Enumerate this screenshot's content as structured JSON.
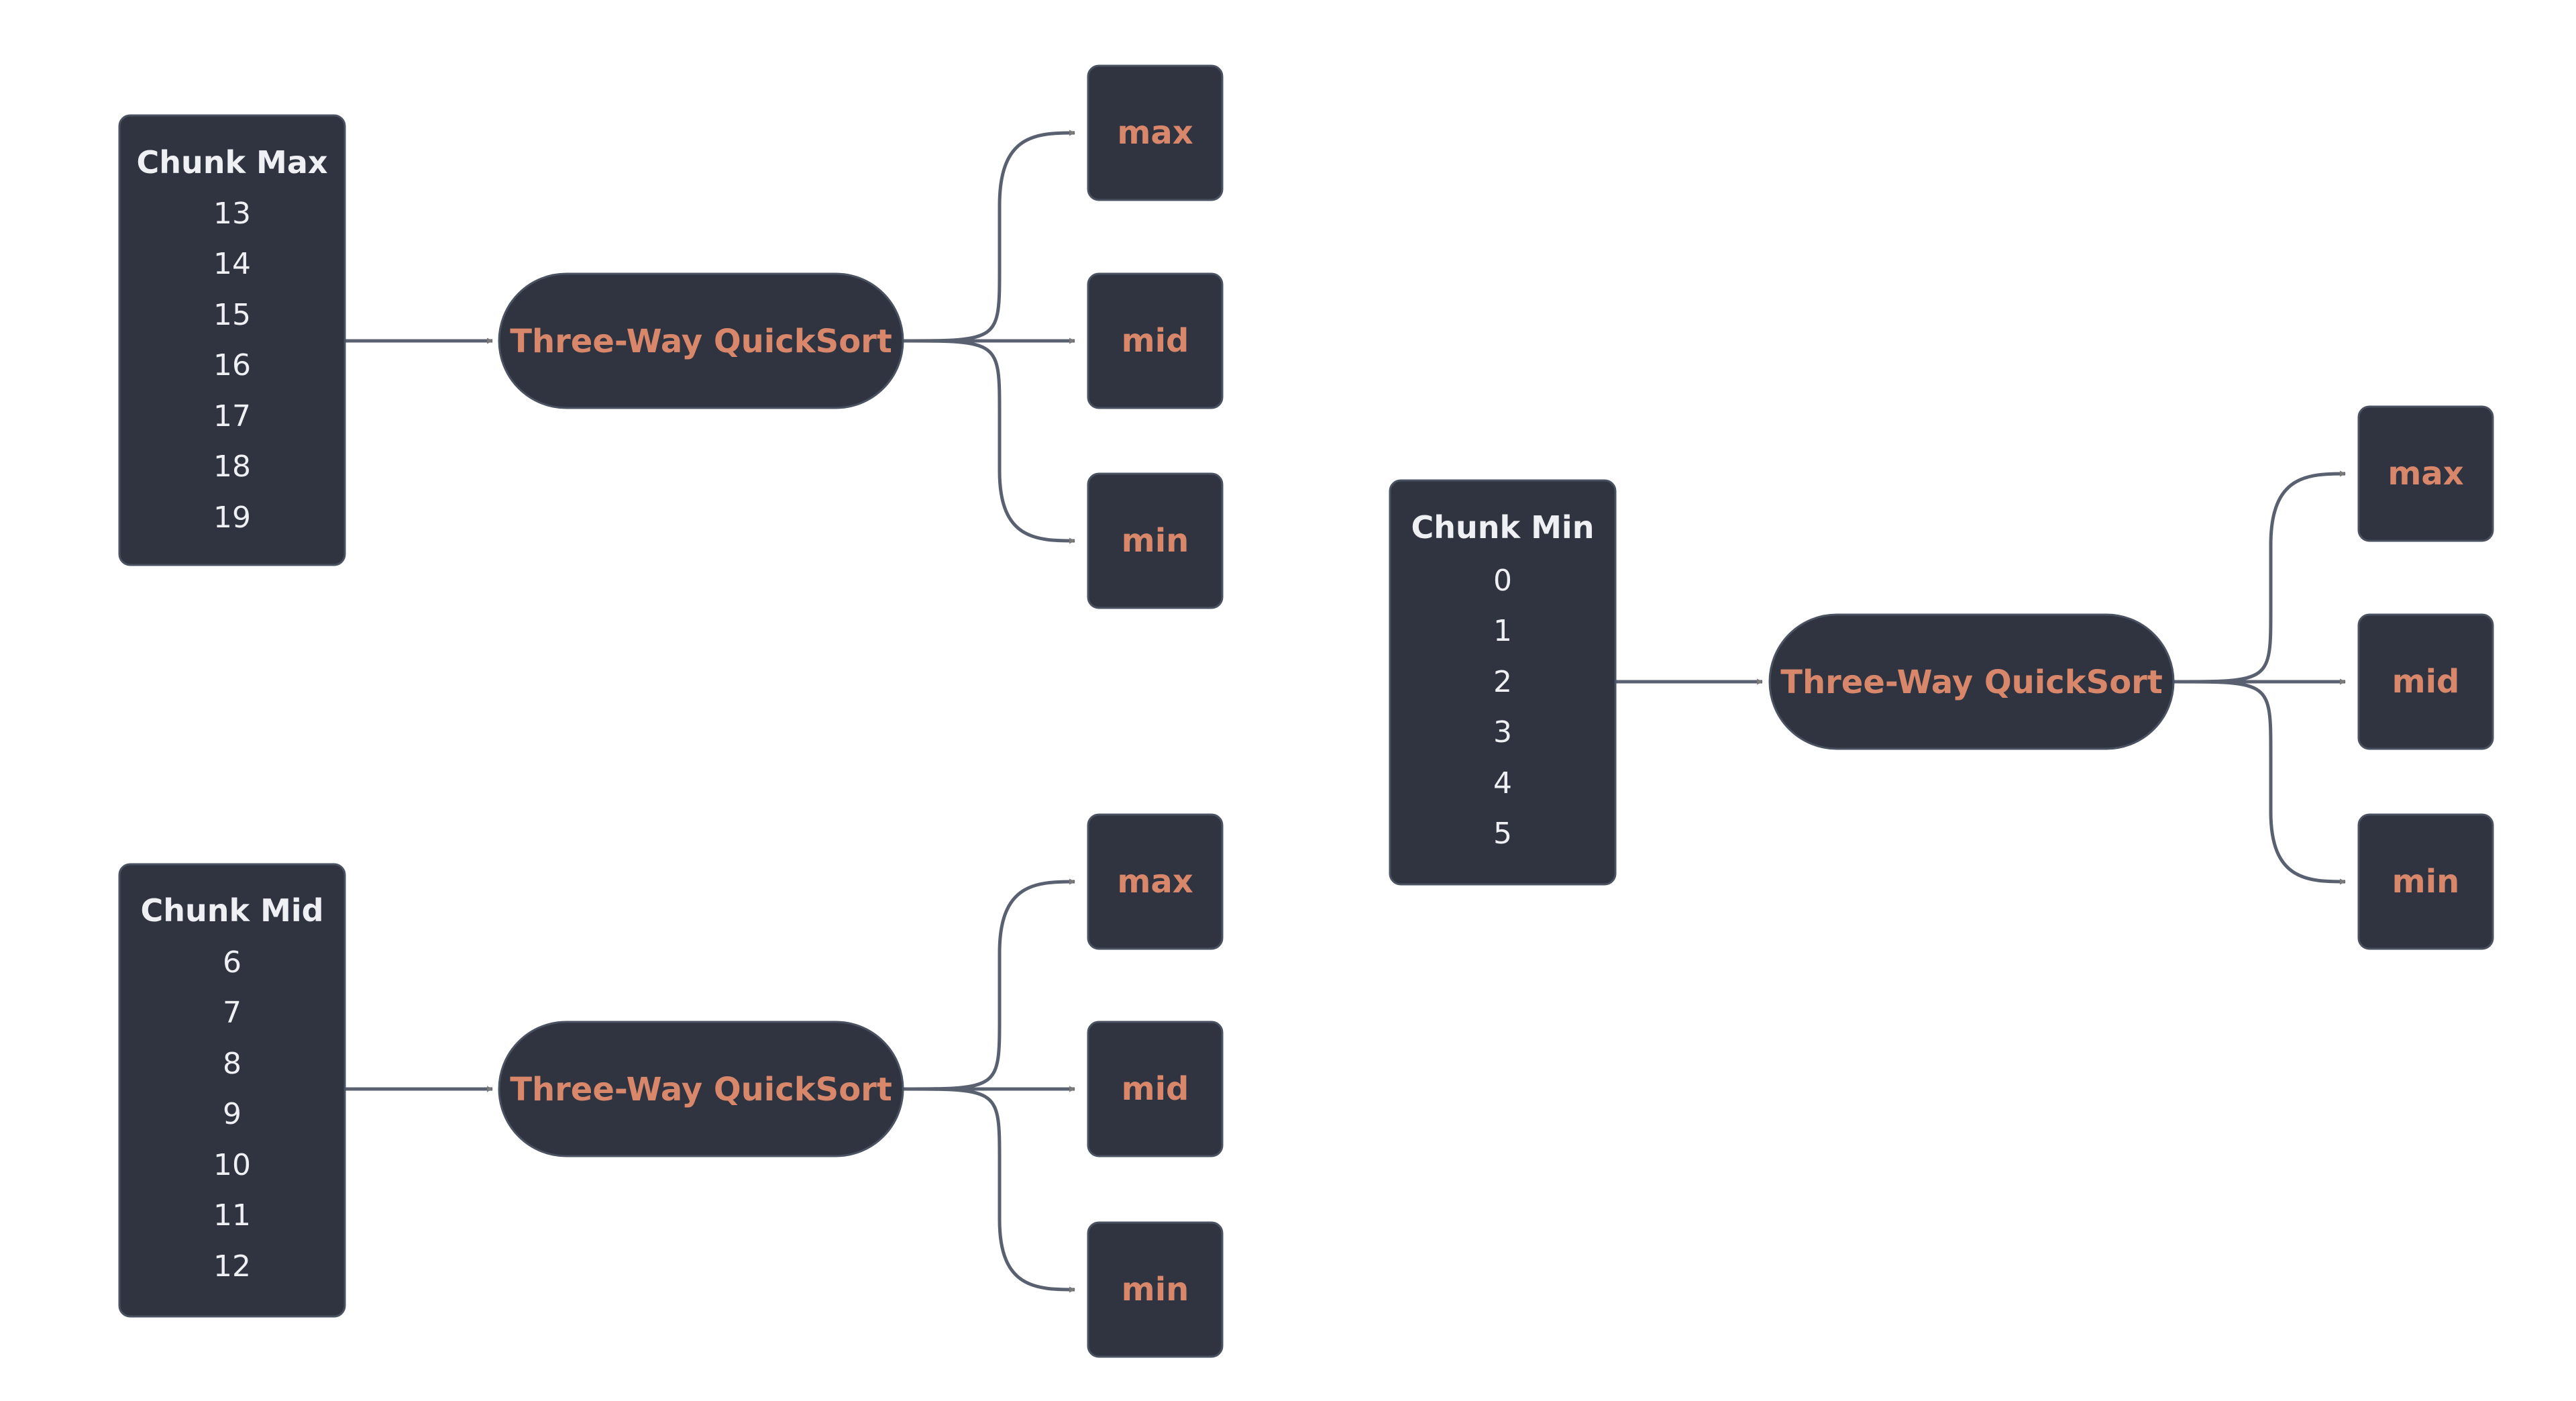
{
  "chunks": [
    {
      "title": "Chunk Max",
      "values": [
        "13",
        "14",
        "15",
        "16",
        "17",
        "18",
        "19"
      ],
      "process_label": "Three-Way QuickSort",
      "outputs": [
        "max",
        "mid",
        "min"
      ]
    },
    {
      "title": "Chunk Mid",
      "values": [
        "6",
        "7",
        "8",
        "9",
        "10",
        "11",
        "12"
      ],
      "process_label": "Three-Way QuickSort",
      "outputs": [
        "max",
        "mid",
        "min"
      ]
    },
    {
      "title": "Chunk Min",
      "values": [
        "0",
        "1",
        "2",
        "3",
        "4",
        "5"
      ],
      "process_label": "Three-Way QuickSort",
      "outputs": [
        "max",
        "mid",
        "min"
      ]
    }
  ],
  "colors": {
    "node_fill": "#2f3440",
    "node_text": "#eef0f4",
    "accent_text": "#d9876a",
    "edge": "#596070",
    "arrowhead": "#7a7a7a"
  }
}
